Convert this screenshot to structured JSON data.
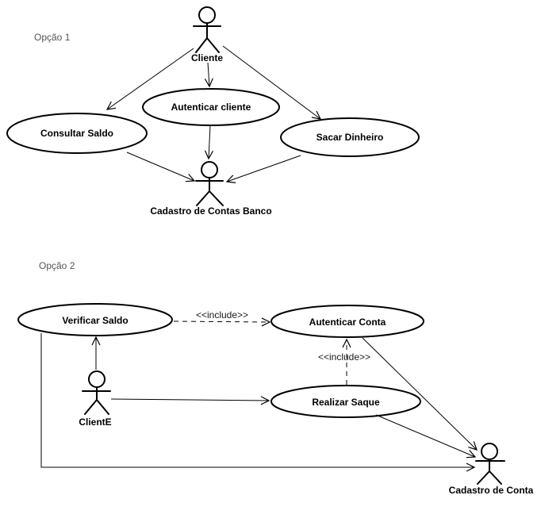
{
  "colors": {
    "background": "#ffffff",
    "line": "#000000",
    "section_label_text": "#555555"
  },
  "sections": [
    {
      "label": "Opção 1",
      "actors": [
        {
          "name": "Cliente"
        },
        {
          "name": "Cadastro de Contas Banco"
        }
      ],
      "use_cases": [
        {
          "label": "Consultar Saldo"
        },
        {
          "label": "Autenticar cliente"
        },
        {
          "label": "Sacar Dinheiro"
        }
      ],
      "relationships": [
        {
          "from": "Cliente",
          "to": "Consultar Saldo",
          "type": "arrow"
        },
        {
          "from": "Cliente",
          "to": "Autenticar cliente",
          "type": "arrow"
        },
        {
          "from": "Cliente",
          "to": "Sacar Dinheiro",
          "type": "arrow"
        },
        {
          "from": "Consultar Saldo",
          "to": "Cadastro de Contas Banco",
          "type": "arrow"
        },
        {
          "from": "Autenticar cliente",
          "to": "Cadastro de Contas Banco",
          "type": "arrow"
        },
        {
          "from": "Sacar Dinheiro",
          "to": "Cadastro de Contas Banco",
          "type": "arrow"
        }
      ]
    },
    {
      "label": "Opção 2",
      "stereotype": "<<include>>",
      "actors": [
        {
          "name": "ClientE"
        },
        {
          "name": "Cadastro de Conta"
        }
      ],
      "use_cases": [
        {
          "label": "Verificar Saldo"
        },
        {
          "label": "Autenticar Conta"
        },
        {
          "label": "Realizar Saque"
        }
      ],
      "relationships": [
        {
          "from": "Verificar Saldo",
          "to": "Autenticar Conta",
          "type": "include"
        },
        {
          "from": "Realizar Saque",
          "to": "Autenticar Conta",
          "type": "include"
        },
        {
          "from": "ClientE",
          "to": "Verificar Saldo",
          "type": "arrow"
        },
        {
          "from": "ClientE",
          "to": "Realizar Saque",
          "type": "arrow"
        },
        {
          "from": "Verificar Saldo",
          "to": "Cadastro de Conta",
          "type": "arrow"
        },
        {
          "from": "Autenticar Conta",
          "to": "Cadastro de Conta",
          "type": "arrow"
        },
        {
          "from": "Realizar Saque",
          "to": "Cadastro de Conta",
          "type": "arrow"
        }
      ]
    }
  ]
}
